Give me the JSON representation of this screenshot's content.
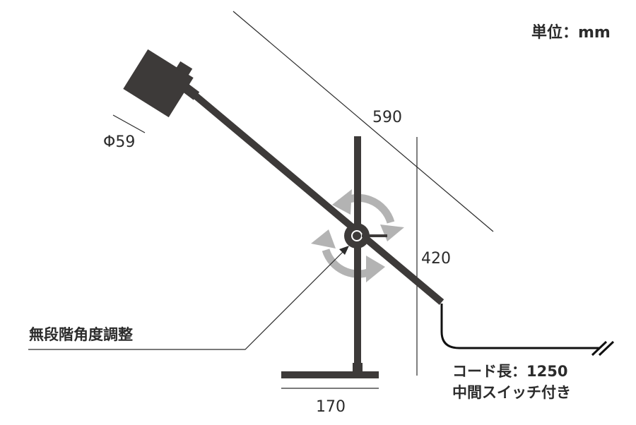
{
  "unit_label": "単位：mm",
  "dimensions": {
    "arm_length": "590",
    "head_diameter": "Φ59",
    "height": "420",
    "base_width": "170"
  },
  "callouts": {
    "angle_adjust": "無段階角度調整",
    "cord_length": "コード長：1250",
    "switch": "中間スイッチ付き"
  },
  "colors": {
    "lamp": "#3d3a39",
    "line": "#2b2b2b",
    "arrow": "#b3b3b3"
  }
}
